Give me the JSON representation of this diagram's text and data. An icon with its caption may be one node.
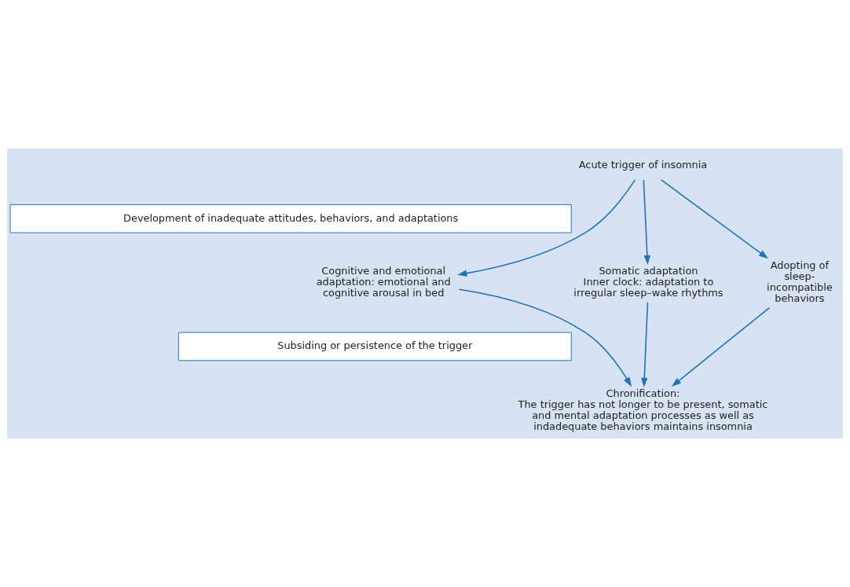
{
  "diagram": {
    "nodes": [
      {
        "text": [
          "Acute trigger of insomnia"
        ]
      },
      {
        "text": [
          "Development of inadequate attitudes, behaviors, and adaptations"
        ]
      },
      {
        "text": [
          "Somatic adaptation",
          "Inner clock: adaptation to irregular sleep–wake rhythms"
        ]
      },
      {
        "text": [
          "Cognitive and emotional adaptation: emotional and cognitive arousal in bed"
        ]
      },
      {
        "text": [
          "Adopting of sleep-incompatible behaviors"
        ]
      },
      {
        "text": [
          "Subsiding or persistence of the trigger"
        ]
      },
      {
        "text": [
          "Chronification:",
          "The trigger has not longer to be present, somatic and mental adaptation processes as well as indadequate behaviors maintains insomnia"
        ]
      }
    ],
    "edges": [
      {
        "from": 0,
        "to": 2,
        "arrow": "to"
      },
      {
        "from": 0,
        "to": 3,
        "arrow": "to"
      },
      {
        "from": 0,
        "to": 4,
        "arrow": "to"
      },
      {
        "from": 2,
        "to": 6,
        "arrow": "to"
      },
      {
        "from": 3,
        "to": 6,
        "arrow": "to"
      },
      {
        "from": 4,
        "to": 6,
        "arrow": "to"
      }
    ]
  }
}
